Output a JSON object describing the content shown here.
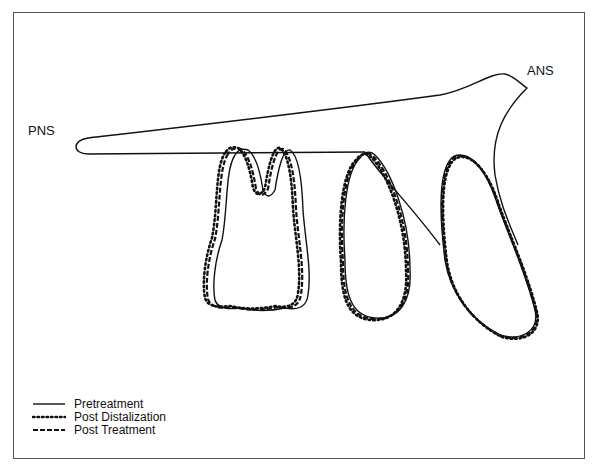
{
  "diagram": {
    "labels": [
      "PNS",
      "ANS"
    ],
    "legend": [
      {
        "text": "Pretreatment"
      },
      {
        "text": "Post Distalization"
      },
      {
        "text": "Post Treatment"
      }
    ]
  }
}
